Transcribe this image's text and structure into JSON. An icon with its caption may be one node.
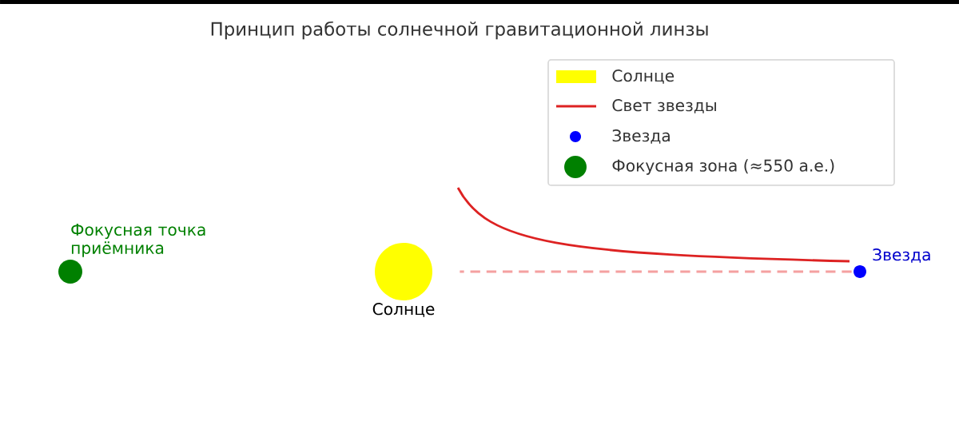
{
  "diagram": {
    "title": "Принцип работы солнечной гравитационной линзы",
    "nodes": [
      {
        "text": [
          "Солнце"
        ]
      },
      {
        "text": [
          "Фокусная точка приёмника"
        ]
      },
      {
        "text": [
          "Звезда"
        ]
      }
    ],
    "edges": [
      {
        "from": 2,
        "to": 0,
        "arrow": "none",
        "style": "dashed",
        "color": "#f4a0a0"
      },
      {
        "from": 2,
        "to": null,
        "arrow": "none",
        "color": "#dd2222"
      }
    ],
    "legend": [
      {
        "text": "Солнце",
        "color": "#ffff00"
      },
      {
        "text": "Свет звезды"
      },
      {
        "text": "Звезда",
        "color": "#0000ff"
      },
      {
        "text": "Фокусная зона (≈550 а.е.)",
        "color": "#008000"
      }
    ]
  }
}
